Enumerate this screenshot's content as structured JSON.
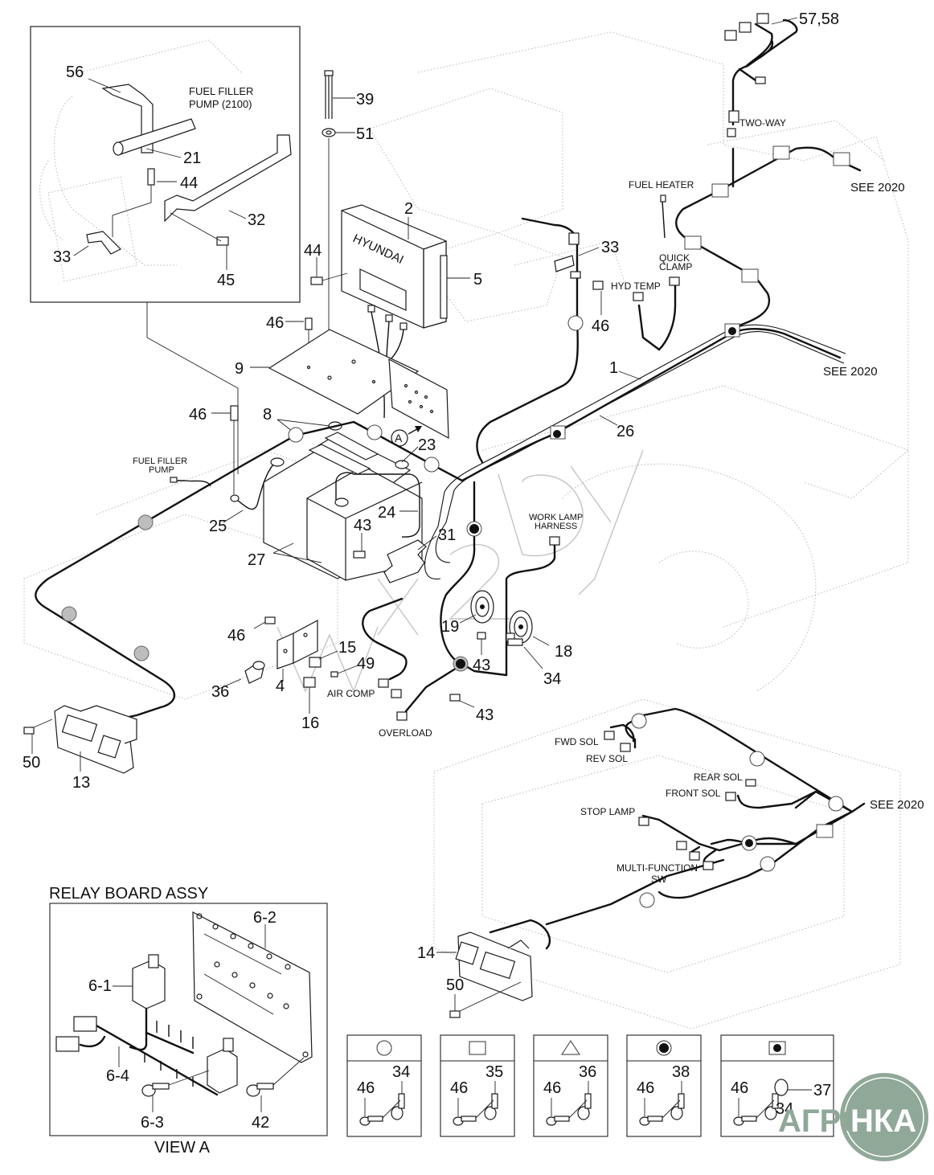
{
  "diagram": {
    "title": "Electrical harness and battery installation (exploded parts view)",
    "brand_on_controller": "HYUNDAI",
    "inset_fuel_filler": {
      "caption": [
        "FUEL FILLER",
        "PUMP (2100)"
      ],
      "callouts": [
        "56",
        "21",
        "44",
        "32",
        "33",
        "45"
      ]
    },
    "connector_labels": {
      "two_way": "TWO-WAY",
      "fuel_heater": "FUEL HEATER",
      "see_2020_a": "SEE 2020",
      "see_2020_b": "SEE 2020",
      "see_2020_c": "SEE 2020",
      "quick_clamp": [
        "QUICK",
        "CLAMP"
      ],
      "hyd_temp": "HYD TEMP",
      "fuel_filler_pump": [
        "FUEL FILLER",
        "PUMP"
      ],
      "work_lamp_harness": [
        "WORK LAMP",
        "HARNESS"
      ],
      "air_comp": "AIR COMP",
      "overload": "OVERLOAD",
      "fwd_sol": "FWD SOL",
      "rev_sol": "REV SOL",
      "rear_sol": "REAR SOL",
      "front_sol": "FRONT SOL",
      "stop_lamp": "STOP LAMP",
      "multi_function": [
        "MULTI-FUNCTION",
        "SW"
      ],
      "view_marker": "A"
    },
    "callouts": {
      "c57_58": "57,58",
      "c39": "39",
      "c51": "51",
      "c2": "2",
      "c5": "5",
      "c44": "44",
      "c46_a": "46",
      "c9": "9",
      "c46_b": "46",
      "c8": "8",
      "c23": "23",
      "c33": "33",
      "c46_c": "46",
      "c1": "1",
      "c26": "26",
      "c25": "25",
      "c24": "24",
      "c43_a": "43",
      "c31": "31",
      "c27": "27",
      "c46_d": "46",
      "c15": "15",
      "c49": "49",
      "c4": "4",
      "c36": "36",
      "c16": "16",
      "c19": "19",
      "c18": "18",
      "c43_b": "43",
      "c34": "34",
      "c43_c": "43",
      "c50_a": "50",
      "c13": "13",
      "c14": "14",
      "c50_b": "50"
    },
    "relay_board": {
      "title": "RELAY BOARD ASSY",
      "caption": "VIEW A",
      "callouts": [
        "6-2",
        "6-1",
        "6-4",
        "6-3",
        "42"
      ]
    },
    "clip_legend": [
      {
        "symbol": "circle-open",
        "bolt": "46",
        "clip": "34"
      },
      {
        "symbol": "square-open",
        "bolt": "46",
        "clip": "35"
      },
      {
        "symbol": "triangle-open",
        "bolt": "46",
        "clip": "36"
      },
      {
        "symbol": "circle-filled",
        "bolt": "46",
        "clip": "38"
      },
      {
        "symbol": "square-filled-dot",
        "bolt": "46",
        "clip": "37",
        "clip2": "34"
      }
    ],
    "watermark": {
      "logo_text": "АГРО-НКА",
      "logo_color": "#8fa898",
      "diagonal_text": "mx2.by"
    }
  }
}
